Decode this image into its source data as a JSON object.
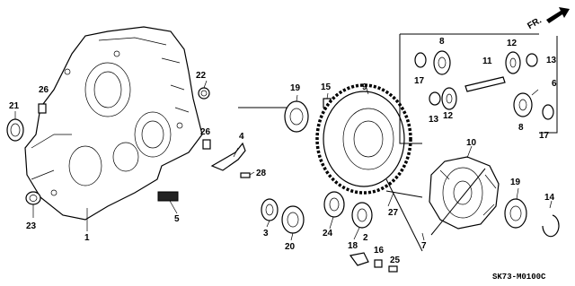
{
  "diagram": {
    "part_code": "SK73-M0100C",
    "direction_label": "FR.",
    "callouts": [
      "1",
      "2",
      "3",
      "4",
      "5",
      "6",
      "7",
      "8",
      "8",
      "9",
      "10",
      "11",
      "12",
      "12",
      "13",
      "13",
      "14",
      "15",
      "16",
      "17",
      "17",
      "18",
      "19",
      "19",
      "20",
      "21",
      "22",
      "23",
      "24",
      "25",
      "26",
      "26",
      "27",
      "28"
    ]
  }
}
